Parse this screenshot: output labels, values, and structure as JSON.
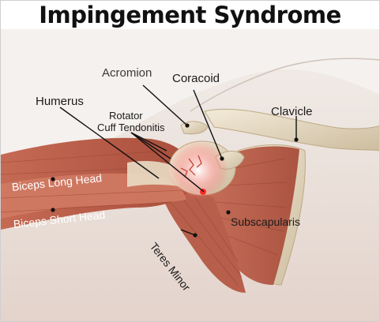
{
  "title": "Impingement Syndrome",
  "labels": {
    "acromion": "Acromion",
    "coracoid": "Coracoid",
    "humerus": "Humerus",
    "rotator_cuff": [
      "Rotator",
      "Cuff Tendonitis"
    ],
    "clavicle": "Clavicle",
    "biceps_long_head": "Biceps Long Head",
    "biceps_short_head": "Biceps Short Head",
    "subscapularis": "Subscapularis",
    "teres_minor": "Teres Minor"
  },
  "colors": {
    "muscle": "#b85a45",
    "muscle_light": "#d9836c",
    "bone": "#e8dcc8",
    "skin": "#e9ddd6",
    "inflammation": "#ff2a2a",
    "leader_line": "#111111"
  }
}
